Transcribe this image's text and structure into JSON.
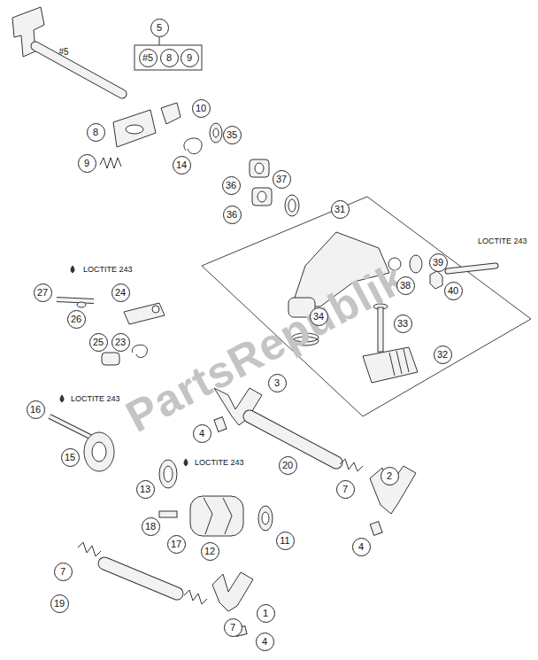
{
  "diagram": {
    "labels": [
      "5",
      "#5",
      "8",
      "9",
      "#5",
      "8",
      "10",
      "9",
      "14",
      "35",
      "36",
      "36",
      "37",
      "31",
      "LOCTITE 243",
      "27",
      "24",
      "26",
      "25",
      "23",
      "LOCTITE 243",
      "39",
      "38",
      "40",
      "34",
      "33",
      "32",
      "3",
      "16",
      "LOCTITE 243",
      "4",
      "20",
      "15",
      "7",
      "2",
      "13",
      "LOCTITE 243",
      "18",
      "17",
      "12",
      "11",
      "4",
      "7",
      "19",
      "1",
      "7",
      "4",
      "PartsRepublik"
    ]
  }
}
